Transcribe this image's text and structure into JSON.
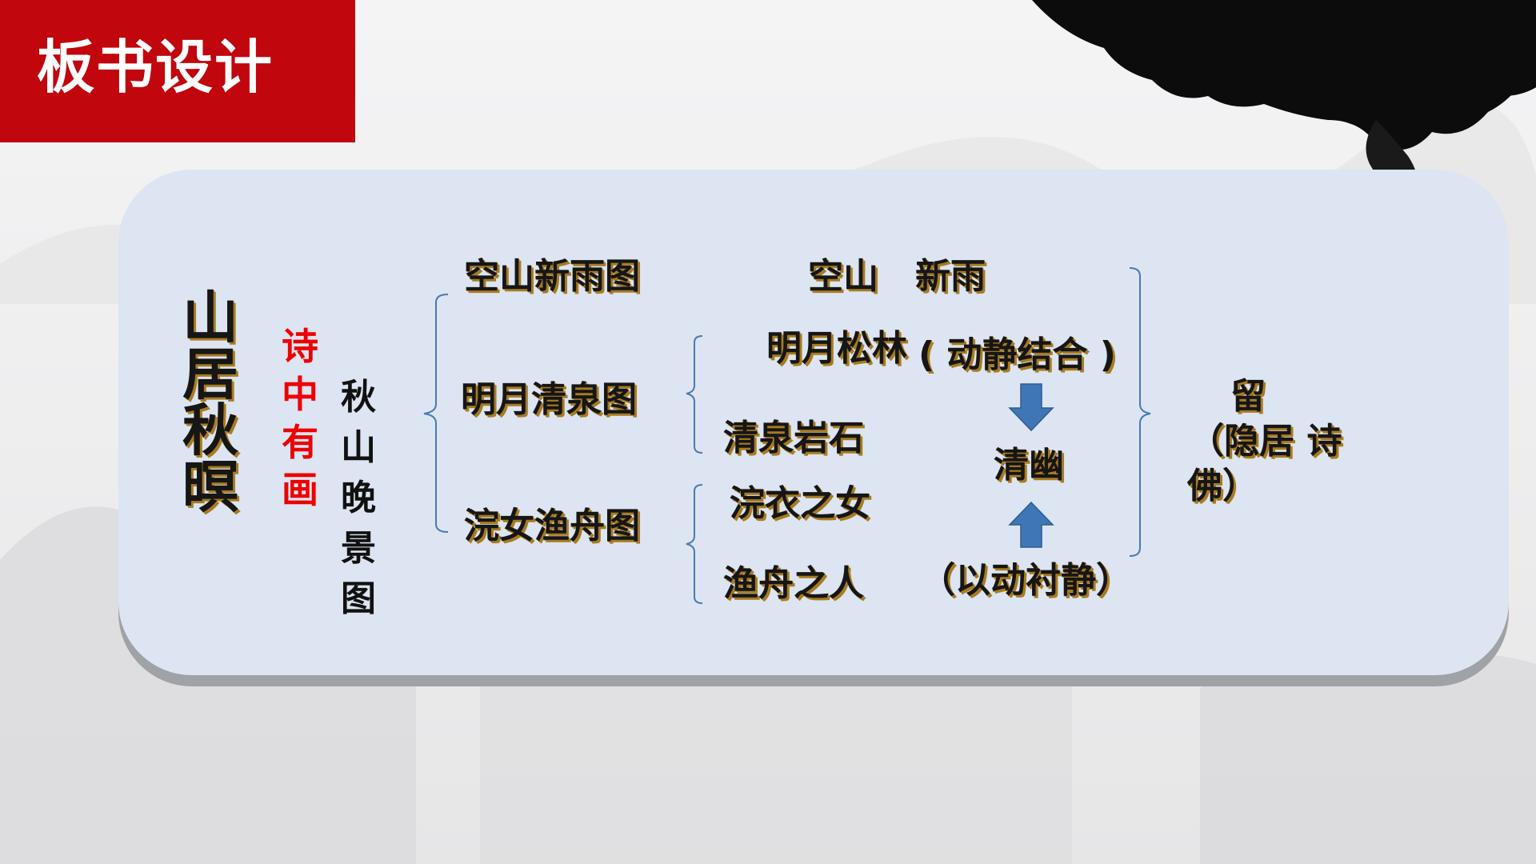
{
  "header": {
    "title": "板书设计"
  },
  "colors": {
    "title_bg": "#c1060d",
    "panel_bg": "#dce5f1",
    "accent_red": "#ee0000",
    "arrow": "#3f77b6",
    "text_shadow": "#a87b20"
  },
  "board": {
    "main_title": "山居秋暝",
    "theme": "诗中有画",
    "scene": "秋山晚景图",
    "pictures": [
      "空山新雨图",
      "明月清泉图",
      "浣女渔舟图"
    ],
    "elements": {
      "row1": "空山   新雨",
      "moon_pines": "明月松林",
      "spring_rocks": "清泉岩石",
      "washing_girl": "浣衣之女",
      "fisherman": "渔舟之人"
    },
    "technique_1": "( 动静结合 )",
    "center": "清幽",
    "technique_2": "（以动衬静）",
    "conclusion": {
      "line1": "留",
      "line2": "（隐居 诗",
      "line3": "佛）"
    },
    "icons": {
      "down_arrow": "arrow-down-icon",
      "up_arrow": "arrow-up-icon",
      "ink_blot": "ink-blot-icon",
      "koi_fish": "koi-fish-icon"
    }
  }
}
